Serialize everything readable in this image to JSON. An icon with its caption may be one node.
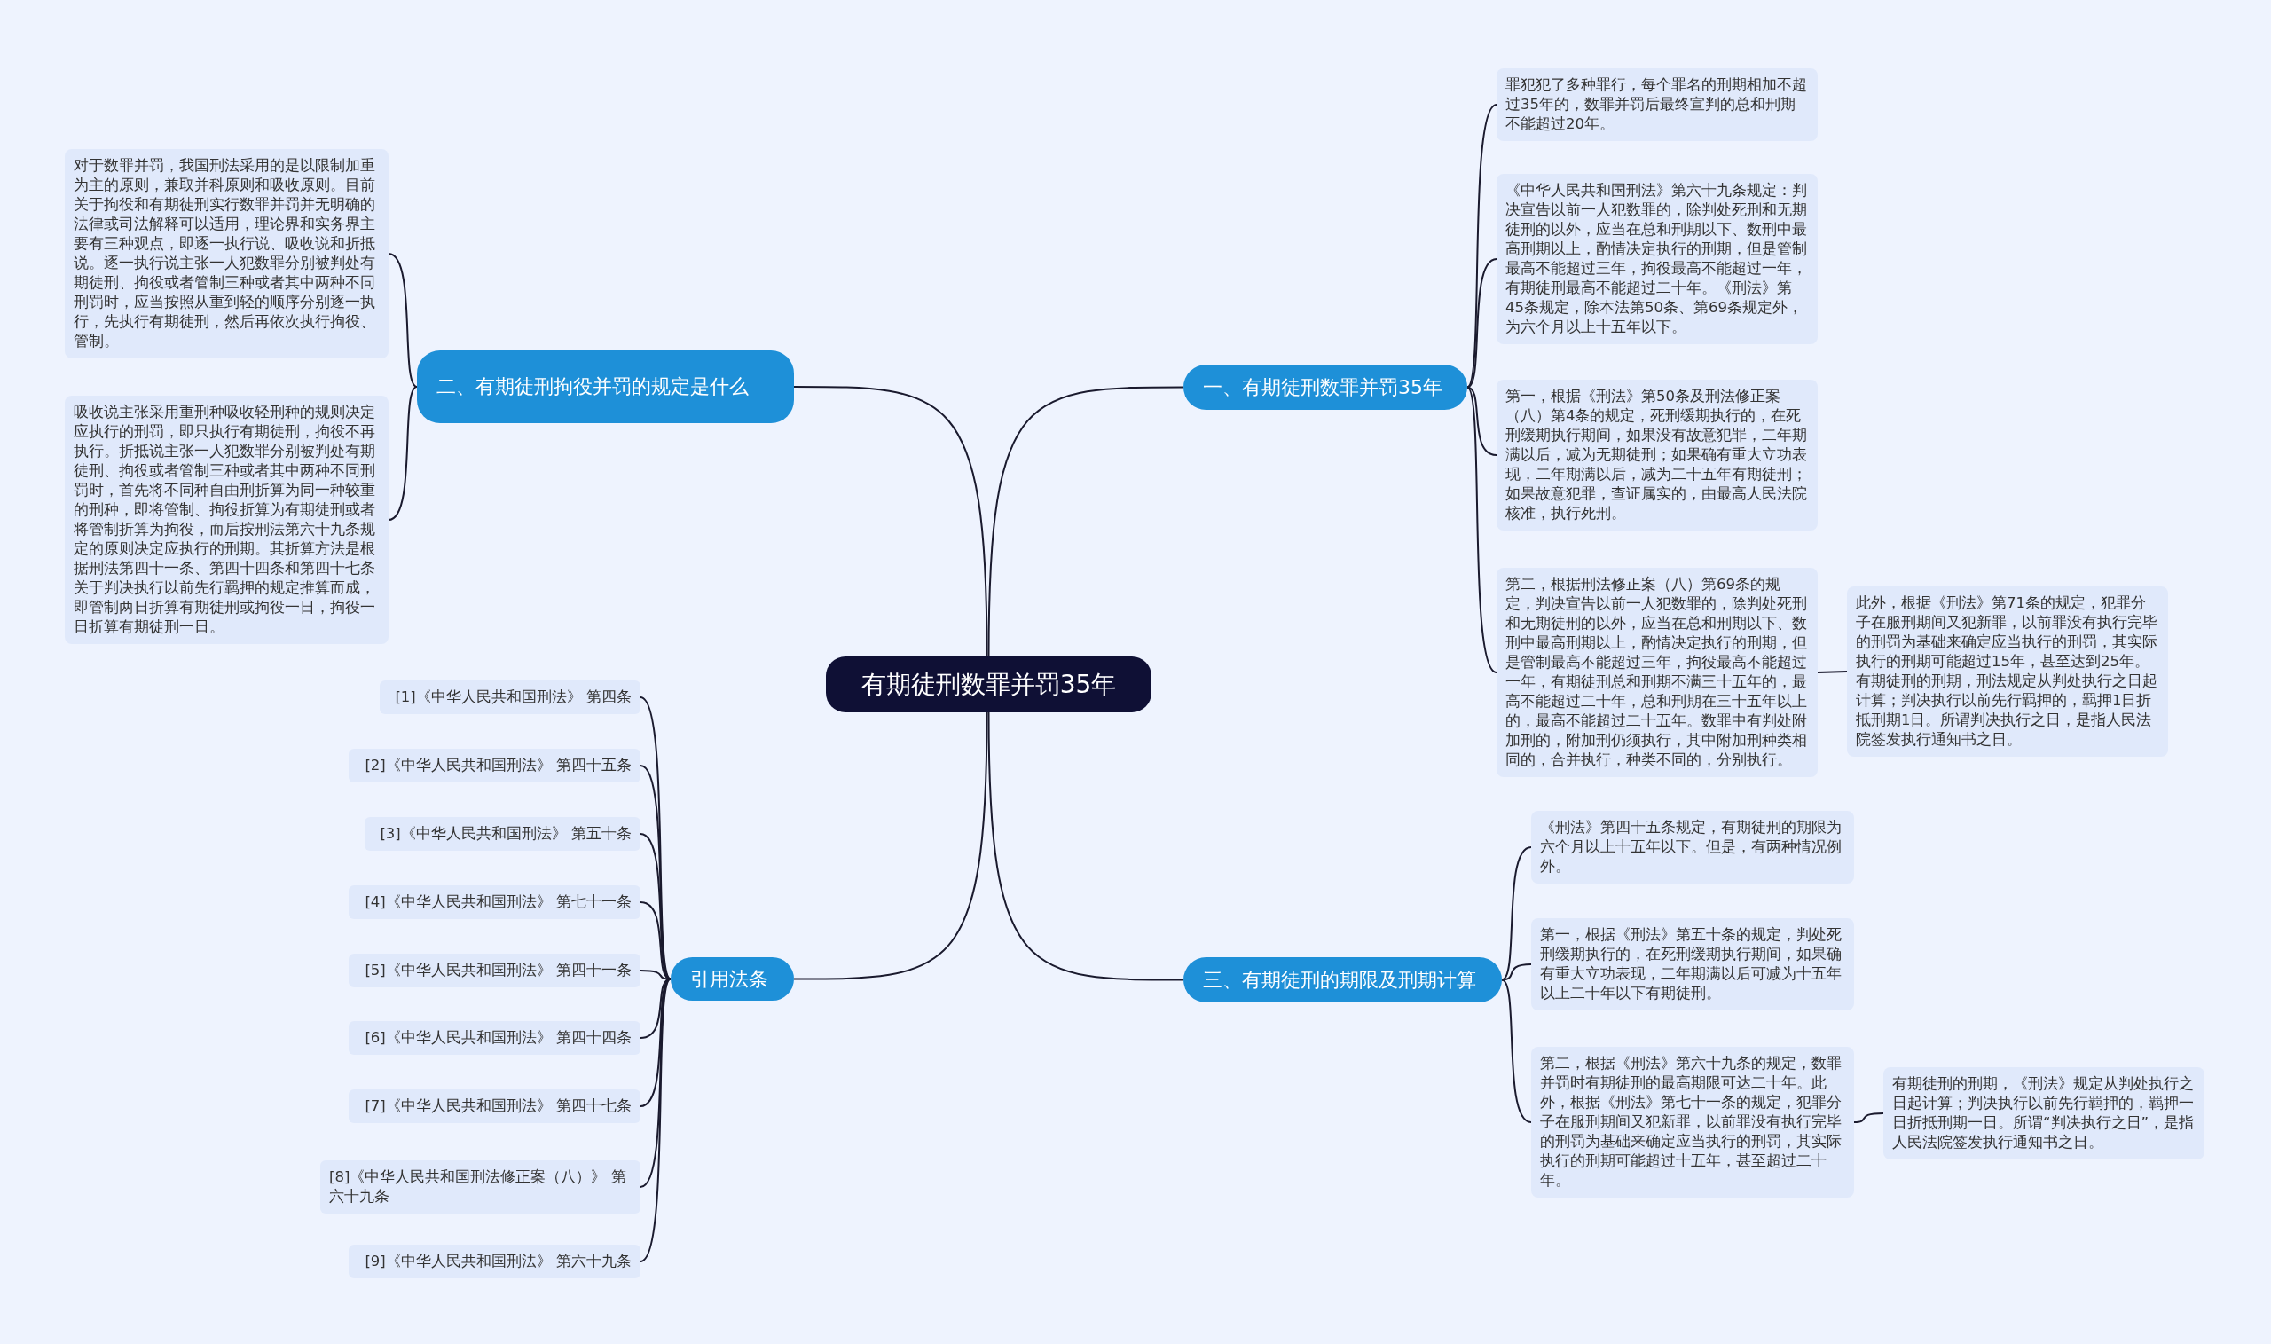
{
  "diagram": {
    "nodes": [
      {
        "text": [
          "有期徒刑数罪并罚35年"
        ]
      },
      {
        "text": [
          "一、有期徒刑数罪并罚35年"
        ]
      },
      {
        "text": [
          "罪犯犯了多种罪行，每个罪名的刑期相加不超过35年的，数罪并罚后最终宣判的总和刑期不能超过20年。"
        ]
      },
      {
        "text": [
          "《中华人民共和国刑法》第六十九条规定：判决宣告以前一人犯数罪的，除判处死刑和无期徒刑的以外，应当在总和刑期以下、数刑中最高刑期以上，酌情决定执行的刑期，但是管制最高不能超过三年，拘役最高不能超过一年，有期徒刑最高不能超过二十年。《刑法》第45条规定，除本法第50条、第69条规定外，为六个月以上十五年以下。"
        ]
      },
      {
        "text": [
          "第一，根据《刑法》第50条及刑法修正案（八）第4条的规定，死刑缓期执行的，在死刑缓期执行期间，如果没有故意犯罪，二年期满以后，减为无期徒刑；如果确有重大立功表现，二年期满以后，减为二十五年有期徒刑；如果故意犯罪，查证属实的，由最高人民法院核准，执行死刑。"
        ]
      },
      {
        "text": [
          "第二，根据刑法修正案（八）第69条的规定，判决宣告以前一人犯数罪的，除判处死刑和无期徒刑的以外，应当在总和刑期以下、数刑中最高刑期以上，酌情决定执行的刑期，但是管制最高不能超过三年，拘役最高不能超过一年，有期徒刑总和刑期不满三十五年的，最高不能超过二十年，总和刑期在三十五年以上的，最高不能超过二十五年。数罪中有判处附加刑的，附加刑仍须执行，其中附加刑种类相同的，合并执行，种类不同的，分别执行。"
        ]
      },
      {
        "text": [
          "此外，根据《刑法》第71条的规定，犯罪分子在服刑期间又犯新罪，以前罪没有执行完毕的刑罚为基础来确定应当执行的刑罚，其实际执行的刑期可能超过15年，甚至达到25年。有期徒刑的刑期，刑法规定从判处执行之日起计算；判决执行以前先行羁押的，羁押1日折抵刑期1日。所谓判决执行之日，是指人民法院签发执行通知书之日。"
        ]
      },
      {
        "text": [
          "三、有期徒刑的期限及刑期计算"
        ]
      },
      {
        "text": [
          "《刑法》第四十五条规定，有期徒刑的期限为六个月以上十五年以下。但是，有两种情况例外。"
        ]
      },
      {
        "text": [
          "第一，根据《刑法》第五十条的规定，判处死刑缓期执行的，在死刑缓期执行期间，如果确有重大立功表现，二年期满以后可减为十五年以上二十年以下有期徒刑。"
        ]
      },
      {
        "text": [
          "第二，根据《刑法》第六十九条的规定，数罪并罚时有期徒刑的最高期限可达二十年。此外，根据《刑法》第七十一条的规定，犯罪分子在服刑期间又犯新罪，以前罪没有执行完毕的刑罚为基础来确定应当执行的刑罚，其实际执行的刑期可能超过十五年，甚至超过二十年。"
        ]
      },
      {
        "text": [
          "有期徒刑的刑期，《刑法》规定从判处执行之日起计算；判决执行以前先行羁押的，羁押一日折抵刑期一日。所谓“判决执行之日”，是指人民法院签发执行通知书之日。"
        ]
      },
      {
        "text": [
          "二、有期徒刑拘役并罚的规定是什么"
        ]
      },
      {
        "text": [
          "对于数罪并罚，我国刑法采用的是以限制加重为主的原则，兼取并科原则和吸收原则。目前关于拘役和有期徒刑实行数罪并罚并无明确的法律或司法解释可以适用，理论界和实务界主要有三种观点，即逐一执行说、吸收说和折抵说。逐一执行说主张一人犯数罪分别被判处有期徒刑、拘役或者管制三种或者其中两种不同刑罚时，应当按照从重到轻的顺序分别逐一执行，先执行有期徒刑，然后再依次执行拘役、管制。"
        ]
      },
      {
        "text": [
          "吸收说主张采用重刑种吸收轻刑种的规则决定应执行的刑罚，即只执行有期徒刑，拘役不再执行。折抵说主张一人犯数罪分别被判处有期徒刑、拘役或者管制三种或者其中两种不同刑罚时，首先将不同种自由刑折算为同一种较重的刑种，即将管制、拘役折算为有期徒刑或者将管制折算为拘役，而后按刑法第六十九条规定的原则决定应执行的刑期。其折算方法是根据刑法第四十一条、第四十四条和第四十七条关于判决执行以前先行羁押的规定推算而成，即管制两日折算有期徒刑或拘役一日，拘役一日折算有期徒刑一日。"
        ]
      },
      {
        "text": [
          "引用法条"
        ]
      },
      {
        "text": [
          "[1]《中华人民共和国刑法》 第四条"
        ]
      },
      {
        "text": [
          "[2]《中华人民共和国刑法》 第四十五条"
        ]
      },
      {
        "text": [
          "[3]《中华人民共和国刑法》 第五十条"
        ]
      },
      {
        "text": [
          "[4]《中华人民共和国刑法》 第七十一条"
        ]
      },
      {
        "text": [
          "[5]《中华人民共和国刑法》 第四十一条"
        ]
      },
      {
        "text": [
          "[6]《中华人民共和国刑法》 第四十四条"
        ]
      },
      {
        "text": [
          "[7]《中华人民共和国刑法》 第四十七条"
        ]
      },
      {
        "text": [
          "[8]《中华人民共和国刑法修正案（八）》 第六十九条"
        ]
      },
      {
        "text": [
          "[9]《中华人民共和国刑法》 第六十九条"
        ]
      }
    ],
    "edges": [
      {
        "from": 0,
        "to": 1,
        "arrow": "none"
      },
      {
        "from": 1,
        "to": 2,
        "arrow": "none"
      },
      {
        "from": 1,
        "to": 3,
        "arrow": "none"
      },
      {
        "from": 1,
        "to": 4,
        "arrow": "none"
      },
      {
        "from": 1,
        "to": 5,
        "arrow": "none"
      },
      {
        "from": 5,
        "to": 6,
        "arrow": "none"
      },
      {
        "from": 0,
        "to": 7,
        "arrow": "none"
      },
      {
        "from": 7,
        "to": 8,
        "arrow": "none"
      },
      {
        "from": 7,
        "to": 9,
        "arrow": "none"
      },
      {
        "from": 7,
        "to": 10,
        "arrow": "none"
      },
      {
        "from": 10,
        "to": 11,
        "arrow": "none"
      },
      {
        "from": 0,
        "to": 12,
        "arrow": "none"
      },
      {
        "from": 12,
        "to": 13,
        "arrow": "none"
      },
      {
        "from": 12,
        "to": 14,
        "arrow": "none"
      },
      {
        "from": 0,
        "to": 15,
        "arrow": "none"
      },
      {
        "from": 15,
        "to": 16,
        "arrow": "none"
      },
      {
        "from": 15,
        "to": 17,
        "arrow": "none"
      },
      {
        "from": 15,
        "to": 18,
        "arrow": "none"
      },
      {
        "from": 15,
        "to": 19,
        "arrow": "none"
      },
      {
        "from": 15,
        "to": 20,
        "arrow": "none"
      },
      {
        "from": 15,
        "to": 21,
        "arrow": "none"
      },
      {
        "from": 15,
        "to": 22,
        "arrow": "none"
      },
      {
        "from": 15,
        "to": 23,
        "arrow": "none"
      },
      {
        "from": 15,
        "to": 24,
        "arrow": "none"
      }
    ]
  }
}
